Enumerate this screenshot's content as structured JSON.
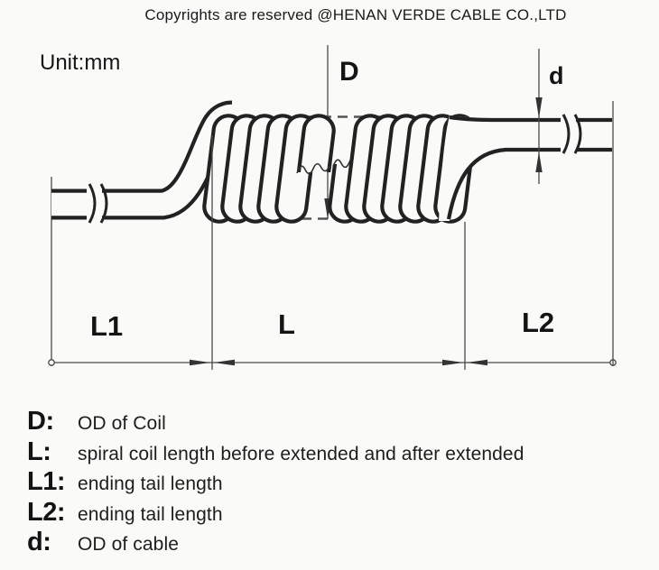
{
  "header": {
    "copyright_text": "Copyrights are reserved @HENAN VERDE CABLE CO.,LTD"
  },
  "drawing": {
    "unit_label": "Unit:mm",
    "labels": {
      "coil_od": "D",
      "cable_od": "d",
      "left_tail_length": "L1",
      "coil_length": "L",
      "right_tail_length": "L2"
    }
  },
  "legend": {
    "items": [
      {
        "term": "D:",
        "description": "OD of Coil"
      },
      {
        "term": "L:",
        "description": "spiral coil length before extended and after extended"
      },
      {
        "term": "L1:",
        "description": "ending tail length"
      },
      {
        "term": "L2:",
        "description": "ending tail length"
      },
      {
        "term": "d:",
        "description": "OD of cable"
      }
    ]
  },
  "colors": {
    "ink": "#222222",
    "dimension_line": "#4a4a4a",
    "background": "#fafaf8"
  }
}
